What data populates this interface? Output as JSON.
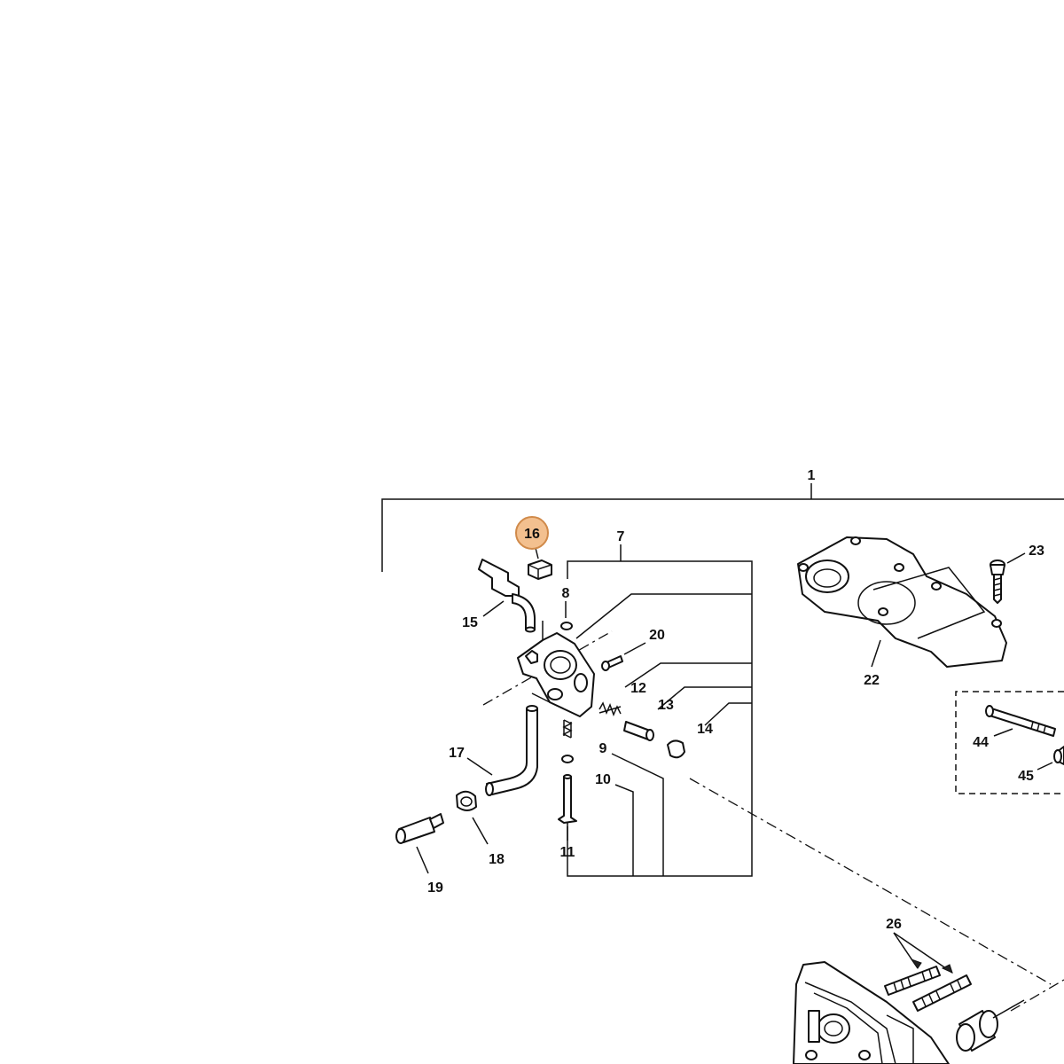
{
  "labels": {
    "l1": "1",
    "l7": "7",
    "l8": "8",
    "l9": "9",
    "l10": "10",
    "l11": "11",
    "l12": "12",
    "l13": "13",
    "l14": "14",
    "l15": "15",
    "l16": "16",
    "l17": "17",
    "l18": "18",
    "l19": "19",
    "l20": "20",
    "l22": "22",
    "l23": "23",
    "l26": "26",
    "l44": "44",
    "l45": "45"
  },
  "highlight": {
    "part": "16",
    "fill": "#F3C08F",
    "stroke": "#D08A4A"
  },
  "colors": {
    "line": "#111111",
    "background": "#ffffff"
  }
}
